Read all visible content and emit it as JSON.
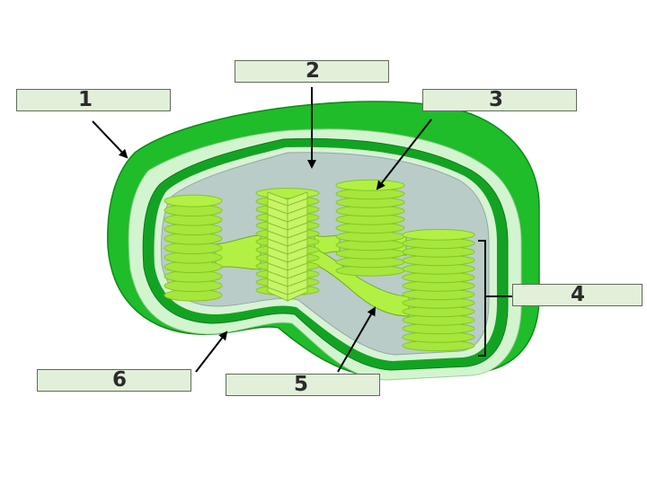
{
  "labels": [
    {
      "id": "label-1",
      "text": "1"
    },
    {
      "id": "label-2",
      "text": "2"
    },
    {
      "id": "label-3",
      "text": "3"
    },
    {
      "id": "label-4",
      "text": "4"
    },
    {
      "id": "label-5",
      "text": "5"
    },
    {
      "id": "label-6",
      "text": "6"
    }
  ],
  "colors": {
    "outer_membrane": "#1fbd2a",
    "outer_membrane_dark": "#0f9a1a",
    "intermembrane_space": "#d2f5cf",
    "inner_membrane": "#16a524",
    "stroma": "#b9ccc8",
    "thylakoid": "#b3f044",
    "thylakoid_dark": "#7fc823",
    "label_fill": "#e2efd9"
  }
}
